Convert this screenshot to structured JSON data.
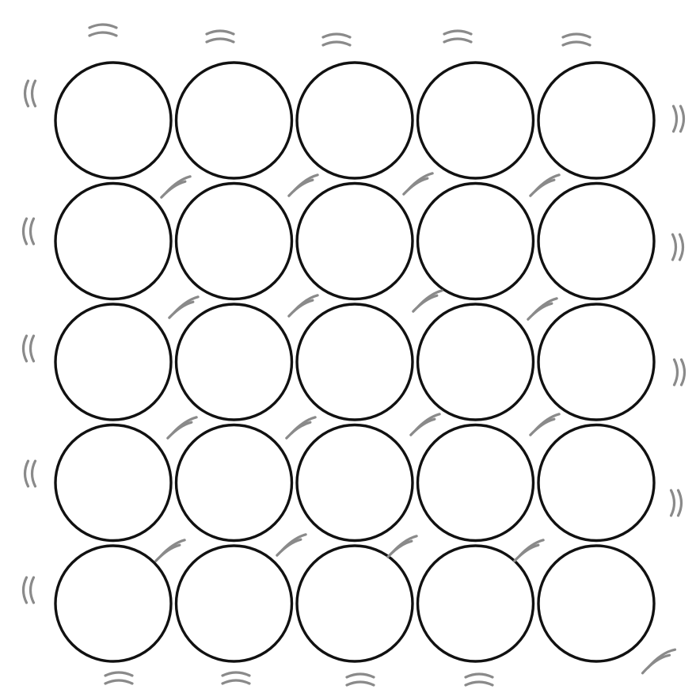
{
  "diagram": {
    "type": "particle-lattice",
    "rows": 5,
    "columns": 5,
    "particle_style": "open circle",
    "vibration_marks": true,
    "colors": {
      "background": "#ffffff",
      "particle_fill": "#ffffff",
      "particle_outline": "#111111",
      "vibration_marks": "#8a8a8a"
    }
  }
}
